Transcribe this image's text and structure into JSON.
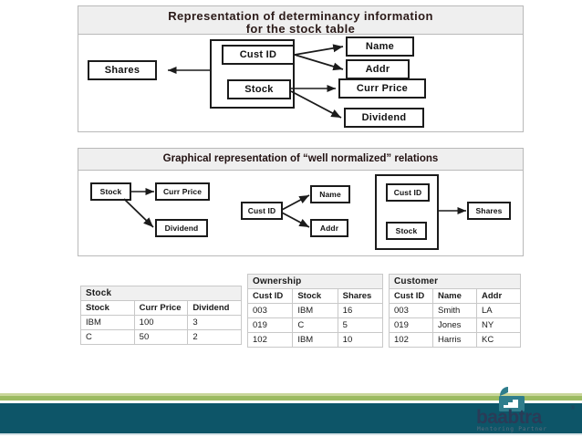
{
  "figure1": {
    "caption": "Representation of determinancy information for the stock table",
    "caption_line1": "Representation of determinancy information",
    "caption_line2": "for the stock table",
    "nodes": {
      "shares": "Shares",
      "cust_id": "Cust ID",
      "stock": "Stock",
      "name": "Name",
      "addr": "Addr",
      "curr_price": "Curr Price",
      "dividend": "Dividend"
    },
    "edges": [
      {
        "from": "group",
        "to": "shares"
      },
      {
        "from": "cust_id",
        "to": "name"
      },
      {
        "from": "cust_id",
        "to": "addr"
      },
      {
        "from": "stock",
        "to": "curr_price"
      },
      {
        "from": "stock",
        "to": "dividend"
      }
    ]
  },
  "figure2": {
    "caption": "Graphical representation of “well normalized” relations",
    "nodes": {
      "stock": "Stock",
      "curr_price": "Curr Price",
      "dividend": "Dividend",
      "cust_id": "Cust ID",
      "name": "Name",
      "addr": "Addr",
      "group_cust_id": "Cust ID",
      "group_stock": "Stock",
      "shares": "Shares"
    },
    "edges": [
      {
        "from": "stock",
        "to": "curr_price"
      },
      {
        "from": "stock",
        "to": "dividend"
      },
      {
        "from": "cust_id",
        "to": "name"
      },
      {
        "from": "cust_id",
        "to": "addr"
      },
      {
        "from": "group",
        "to": "shares"
      }
    ]
  },
  "tables": {
    "stock": {
      "title": "Stock",
      "columns": [
        "Stock",
        "Curr Price",
        "Dividend"
      ],
      "rows": [
        [
          "IBM",
          "100",
          "3"
        ],
        [
          "C",
          "50",
          "2"
        ]
      ]
    },
    "ownership": {
      "title": "Ownership",
      "columns": [
        "Cust ID",
        "Stock",
        "Shares"
      ],
      "rows": [
        [
          "003",
          "IBM",
          "16"
        ],
        [
          "019",
          "C",
          "5"
        ],
        [
          "102",
          "IBM",
          "10"
        ]
      ]
    },
    "customer": {
      "title": "Customer",
      "columns": [
        "Cust ID",
        "Name",
        "Addr"
      ],
      "rows": [
        [
          "003",
          "Smith",
          "LA"
        ],
        [
          "019",
          "Jones",
          "NY"
        ],
        [
          "102",
          "Harris",
          "KC"
        ]
      ]
    }
  },
  "footer": {
    "brand": "baabtra",
    "registered_mark": "®",
    "tagline": "Mentoring Partner",
    "colors": {
      "green_light": "#c9d69a",
      "green": "#9cbb62",
      "teal": "#0d5568",
      "brand_text": "#2a3b57"
    }
  }
}
